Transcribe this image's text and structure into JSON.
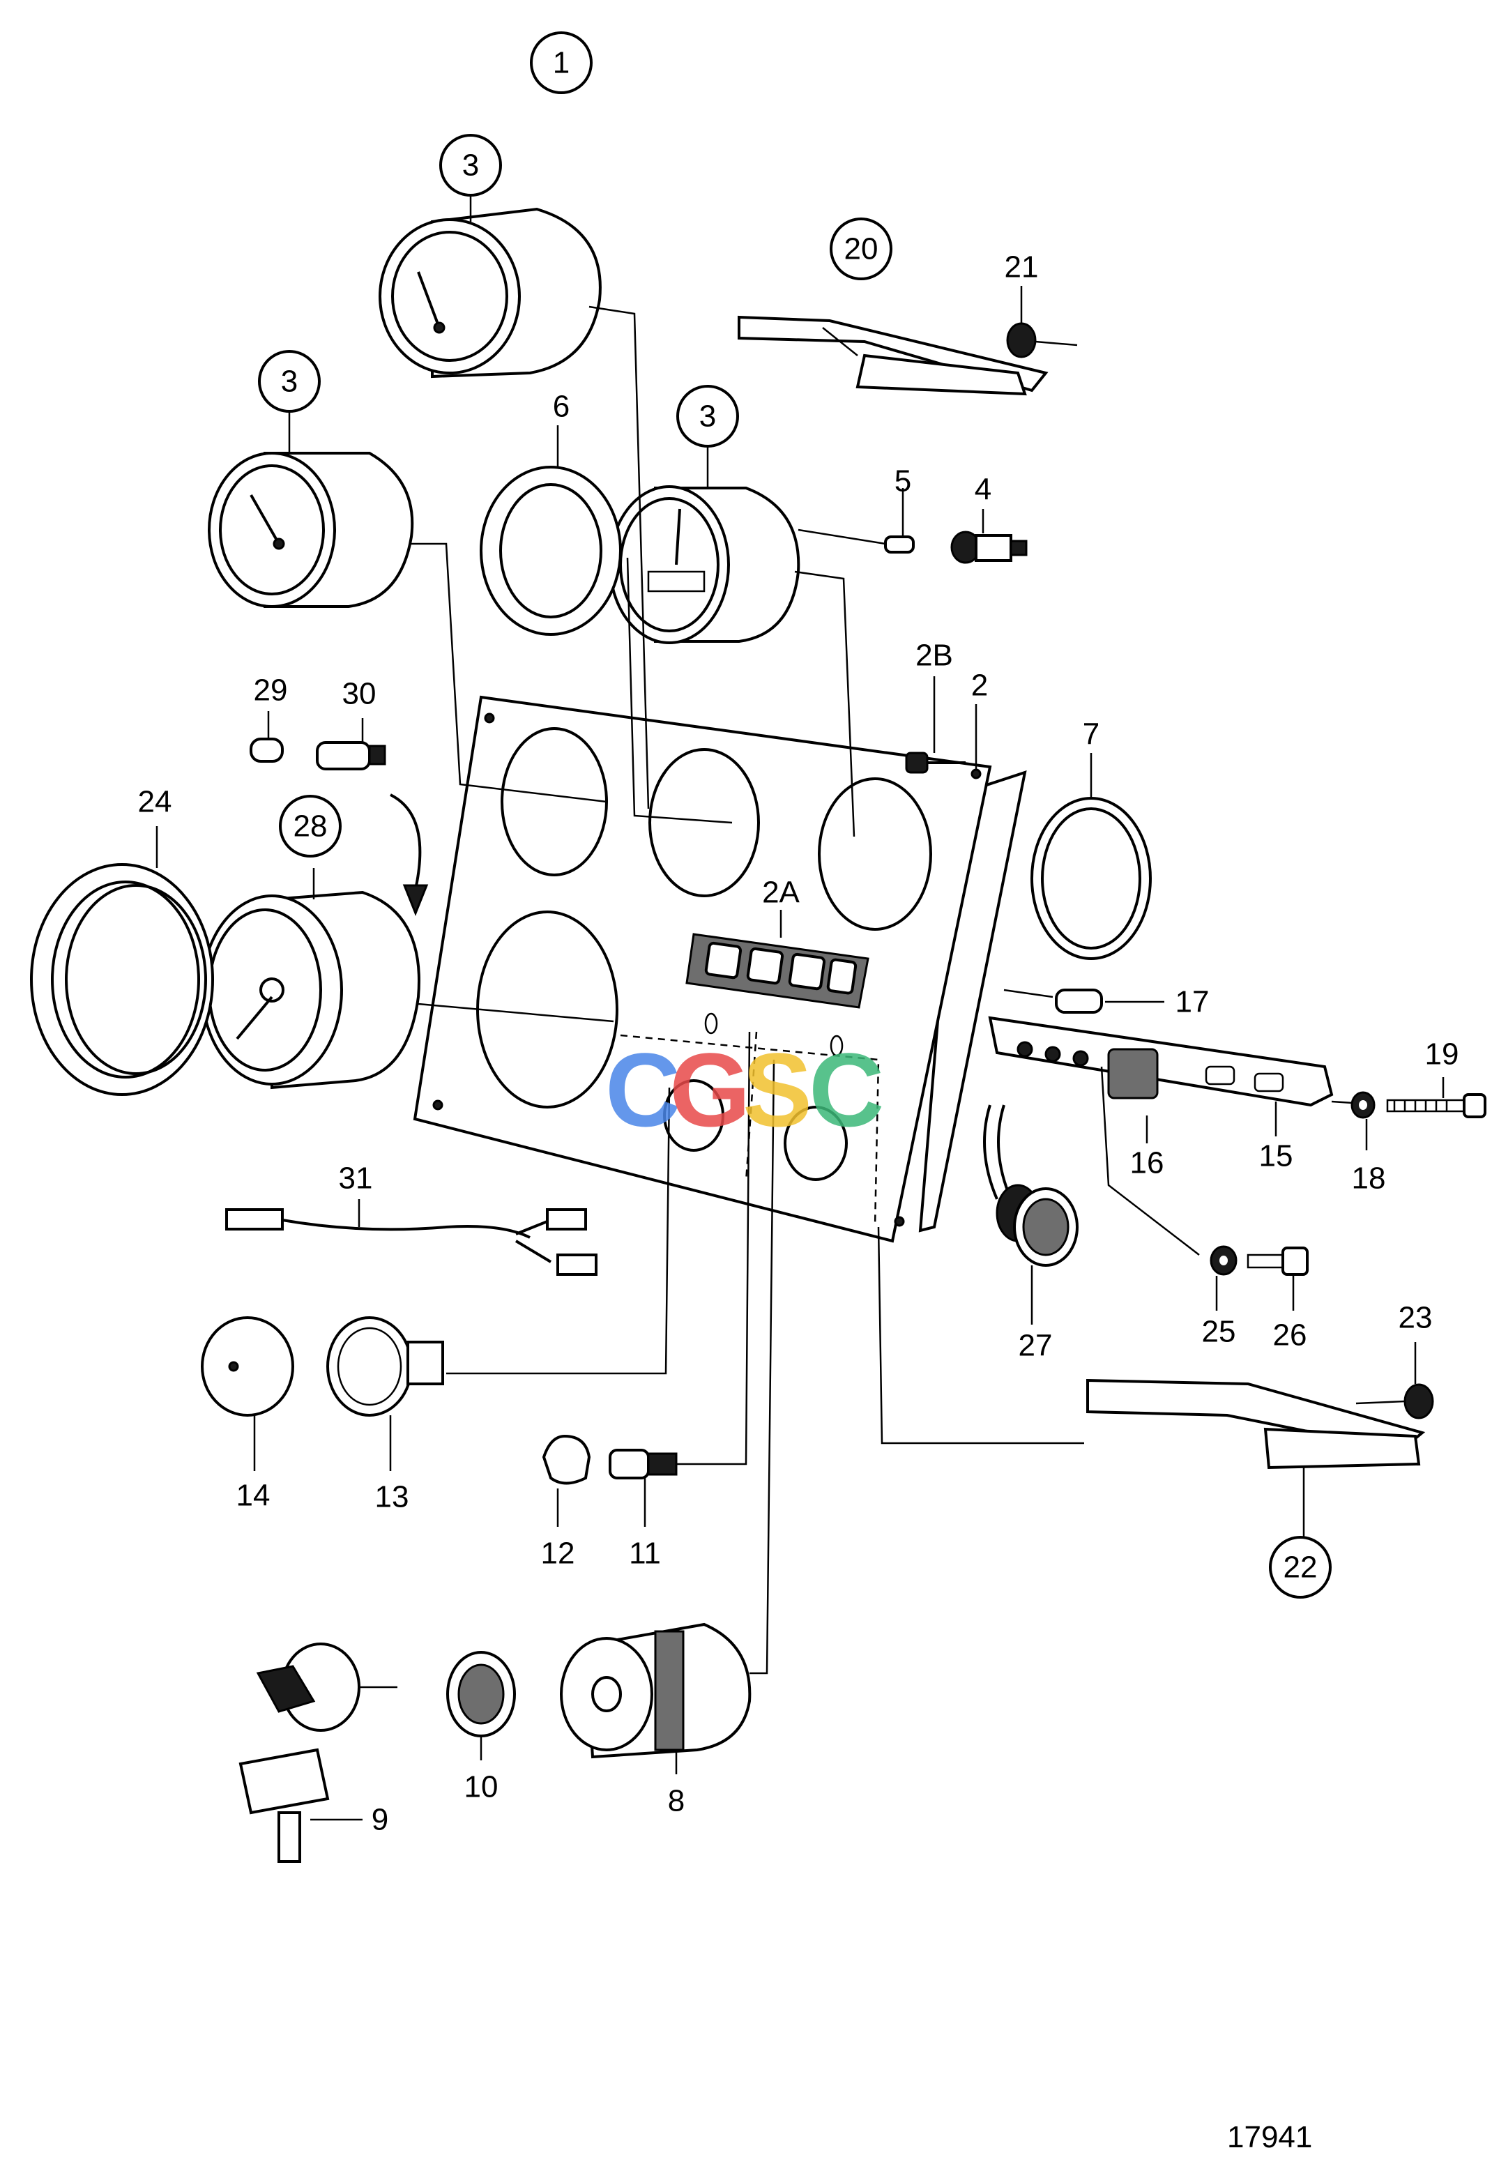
{
  "diagram": {
    "drawing_number": "17941",
    "watermark": {
      "letters": [
        "C",
        "G",
        "S",
        "C"
      ],
      "colors": [
        "#4a86e8",
        "#e84a4a",
        "#f2c12e",
        "#3cb878"
      ]
    },
    "callouts": [
      {
        "id": "c1",
        "text": "1",
        "circled": true
      },
      {
        "id": "c3a",
        "text": "3",
        "circled": true
      },
      {
        "id": "c3b",
        "text": "3",
        "circled": true
      },
      {
        "id": "c3c",
        "text": "3",
        "circled": true
      },
      {
        "id": "c20",
        "text": "20",
        "circled": true
      },
      {
        "id": "c28",
        "text": "28",
        "circled": true
      },
      {
        "id": "c22",
        "text": "22",
        "circled": true
      },
      {
        "id": "c21",
        "text": "21",
        "circled": false
      },
      {
        "id": "c6",
        "text": "6",
        "circled": false
      },
      {
        "id": "c5",
        "text": "5",
        "circled": false
      },
      {
        "id": "c4",
        "text": "4",
        "circled": false
      },
      {
        "id": "c2B",
        "text": "2B",
        "circled": false
      },
      {
        "id": "c2",
        "text": "2",
        "circled": false
      },
      {
        "id": "c29",
        "text": "29",
        "circled": false
      },
      {
        "id": "c30",
        "text": "30",
        "circled": false
      },
      {
        "id": "c7",
        "text": "7",
        "circled": false
      },
      {
        "id": "c24",
        "text": "24",
        "circled": false
      },
      {
        "id": "c2A",
        "text": "2A",
        "circled": false
      },
      {
        "id": "c17",
        "text": "17",
        "circled": false
      },
      {
        "id": "c19",
        "text": "19",
        "circled": false
      },
      {
        "id": "c16",
        "text": "16",
        "circled": false
      },
      {
        "id": "c15",
        "text": "15",
        "circled": false
      },
      {
        "id": "c18",
        "text": "18",
        "circled": false
      },
      {
        "id": "c31",
        "text": "31",
        "circled": false
      },
      {
        "id": "c25",
        "text": "25",
        "circled": false
      },
      {
        "id": "c26",
        "text": "26",
        "circled": false
      },
      {
        "id": "c27",
        "text": "27",
        "circled": false
      },
      {
        "id": "c23",
        "text": "23",
        "circled": false
      },
      {
        "id": "c14",
        "text": "14",
        "circled": false
      },
      {
        "id": "c13",
        "text": "13",
        "circled": false
      },
      {
        "id": "c12",
        "text": "12",
        "circled": false
      },
      {
        "id": "c11",
        "text": "11",
        "circled": false
      },
      {
        "id": "c10",
        "text": "10",
        "circled": false
      },
      {
        "id": "c8",
        "text": "8",
        "circled": false
      },
      {
        "id": "c9",
        "text": "9",
        "circled": false
      }
    ]
  }
}
